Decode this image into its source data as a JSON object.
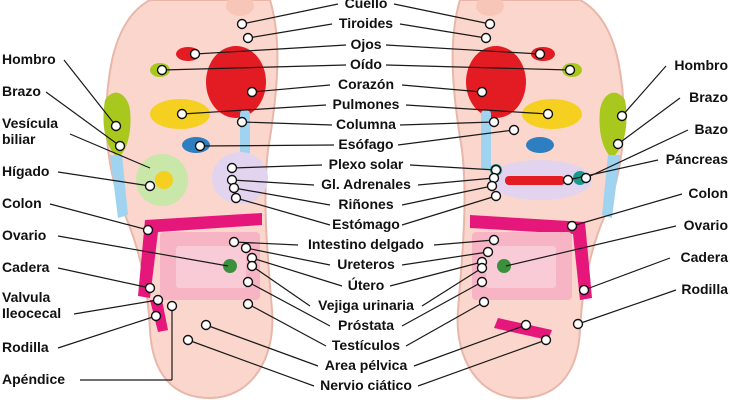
{
  "colors": {
    "skin": "#fbd6cc",
    "skin_outline": "#e8b7aa",
    "red": "#e31b23",
    "yellow": "#f5d020",
    "lime": "#a8c81e",
    "blue": "#2e7fc1",
    "light_blue": "#9fd3ef",
    "lavender": "#e2d4ee",
    "magenta": "#e6177a",
    "pink": "#f6b4c4",
    "light_green": "#c9e7a8",
    "green": "#3c8f3c",
    "teal": "#1a9a8a"
  },
  "center_labels": [
    {
      "id": "cuello",
      "text": "Cuello"
    },
    {
      "id": "tiroides",
      "text": "Tiroides"
    },
    {
      "id": "ojos",
      "text": "Ojos"
    },
    {
      "id": "oido",
      "text": "Oído"
    },
    {
      "id": "corazon",
      "text": "Corazón"
    },
    {
      "id": "pulmones",
      "text": "Pulmones"
    },
    {
      "id": "columna",
      "text": "Columna"
    },
    {
      "id": "esofago",
      "text": "Esófago"
    },
    {
      "id": "plexo-solar",
      "text": "Plexo solar"
    },
    {
      "id": "gl-adrenales",
      "text": "Gl. Adrenales"
    },
    {
      "id": "rinones",
      "text": "Riñones"
    },
    {
      "id": "estomago",
      "text": "Estómago"
    },
    {
      "id": "intestino-delgado",
      "text": "Intestino delgado"
    },
    {
      "id": "ureteros",
      "text": "Ureteros"
    },
    {
      "id": "utero",
      "text": "Útero"
    },
    {
      "id": "vejiga-urinaria",
      "text": "Vejiga urinaria"
    },
    {
      "id": "prostata",
      "text": "Próstata"
    },
    {
      "id": "testiculos",
      "text": "Testículos"
    },
    {
      "id": "area-pelvica",
      "text": "Area pélvica"
    },
    {
      "id": "nervio-ciatico",
      "text": "Nervio ciático"
    }
  ],
  "left_labels": [
    {
      "id": "hombro",
      "text": "Hombro"
    },
    {
      "id": "brazo",
      "text": "Brazo"
    },
    {
      "id": "vesicula-1",
      "text": "Vesícula"
    },
    {
      "id": "vesicula-2",
      "text": "biliar"
    },
    {
      "id": "higado",
      "text": "Hígado"
    },
    {
      "id": "colon",
      "text": "Colon"
    },
    {
      "id": "ovario",
      "text": "Ovario"
    },
    {
      "id": "cadera",
      "text": "Cadera"
    },
    {
      "id": "valvula-1",
      "text": "Valvula"
    },
    {
      "id": "valvula-2",
      "text": "Ileocecal"
    },
    {
      "id": "rodilla",
      "text": "Rodilla"
    },
    {
      "id": "apendice",
      "text": "Apéndice"
    }
  ],
  "right_labels": [
    {
      "id": "hombro",
      "text": "Hombro"
    },
    {
      "id": "brazo",
      "text": "Brazo"
    },
    {
      "id": "bazo",
      "text": "Bazo"
    },
    {
      "id": "pancreas",
      "text": "Páncreas"
    },
    {
      "id": "colon",
      "text": "Colon"
    },
    {
      "id": "ovario",
      "text": "Ovario"
    },
    {
      "id": "cadera",
      "text": "Cadera"
    },
    {
      "id": "rodilla",
      "text": "Rodilla"
    }
  ]
}
